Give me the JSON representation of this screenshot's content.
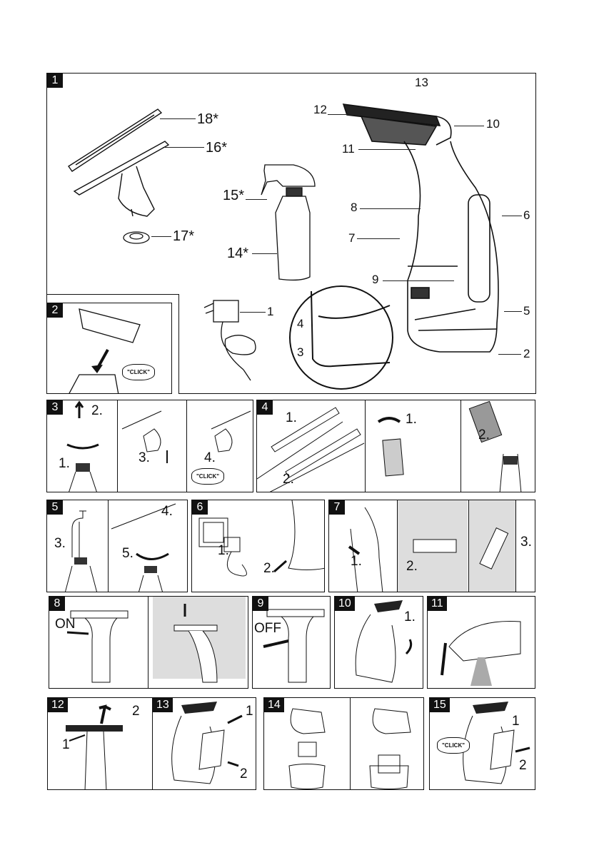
{
  "panels": [
    {
      "number": "1",
      "title": "Overview of device parts"
    },
    {
      "number": "2"
    },
    {
      "number": "3"
    },
    {
      "number": "4"
    },
    {
      "number": "5"
    },
    {
      "number": "6"
    },
    {
      "number": "7"
    },
    {
      "number": "8"
    },
    {
      "number": "9"
    },
    {
      "number": "10"
    },
    {
      "number": "11"
    },
    {
      "number": "12"
    },
    {
      "number": "13"
    },
    {
      "number": "14"
    },
    {
      "number": "15"
    }
  ],
  "part_labels": {
    "p18": "18*",
    "p16": "16*",
    "p15": "15*",
    "p14": "14*",
    "p17": "17*",
    "p13": "13",
    "p12": "12",
    "p10": "10",
    "p11": "11",
    "p8": "8",
    "p6": "6",
    "p7": "7",
    "p9": "9",
    "p5": "5",
    "p1": "1",
    "p4": "4",
    "p3": "3",
    "p2": "2"
  },
  "steps": {
    "s3": {
      "a": "2.",
      "b": "1.",
      "c": "3.",
      "d": "4."
    },
    "s4": {
      "a": "1.",
      "b": "2.",
      "c": "1.",
      "d": "2."
    },
    "s5": {
      "a": "3.",
      "b": "4.",
      "c": "5."
    },
    "s6": {
      "a": "1.",
      "b": "2."
    },
    "s7": {
      "a": "1.",
      "b": "2.",
      "c": "3."
    },
    "s8": {
      "on": "ON"
    },
    "s9": {
      "off": "OFF"
    },
    "s10": {
      "a": "1."
    },
    "s12": {
      "a": "1",
      "b": "2"
    },
    "s13": {
      "a": "1",
      "b": "2"
    },
    "s15": {
      "a": "1",
      "b": "2"
    }
  },
  "click_text": "\"CLICK\""
}
